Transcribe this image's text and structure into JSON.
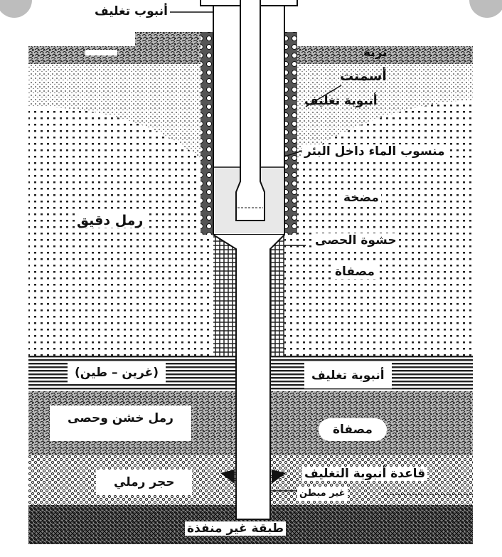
{
  "labels": {
    "top_casing": "أنبوب تغليف",
    "soil": "تربة",
    "cement": "أسمنت",
    "casing_pipe_upper": "أنبوبة تغليف",
    "water_level": "منسوب الماء داخل البئر",
    "pump": "مضخة",
    "gravel_pack": "حشوة الحصى",
    "screen_upper": "مصفاة",
    "fine_sand": "رمل دقيق",
    "silt_clay": "(غرين – طين)",
    "casing_pipe_lower": "أنبوبة تغليف",
    "coarse_sand_gravel": "رمل خشن وحصى",
    "screen_lower": "مصفاة",
    "sandstone": "حجر رملي",
    "casing_base": "قاعدة أنبوبة التغليف",
    "unlined": "غير مبطن",
    "impermeable_layer": "طبقة غير منفذة"
  },
  "colors": {
    "ink": "#111111",
    "paper": "#ffffff",
    "corner": "#bdbdbd"
  }
}
